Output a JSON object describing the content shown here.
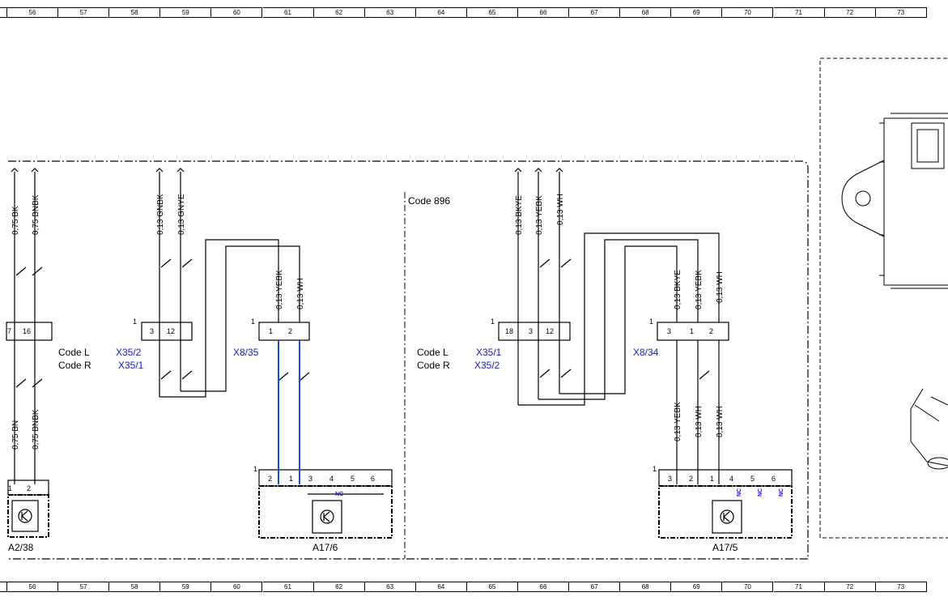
{
  "ruler": [
    "56",
    "57",
    "58",
    "59",
    "60",
    "61",
    "62",
    "63",
    "64",
    "65",
    "66",
    "67",
    "68",
    "69",
    "70",
    "71",
    "72",
    "73"
  ],
  "code_block": {
    "title": "Code 896"
  },
  "left": {
    "code_l": "Code L",
    "code_r": "Code R",
    "x35_l": "X35/2",
    "x35_r": "X35/1",
    "x8": "X8/35",
    "component": "A17/6",
    "nc": "NC"
  },
  "right": {
    "code_l": "Code L",
    "code_r": "Code R",
    "x35_l": "X35/1",
    "x35_r": "X35/2",
    "x8": "X8/34",
    "component": "A17/5",
    "nc": "NC"
  },
  "edge_component": "A2/38",
  "wires": {
    "bk": "0,75 BK",
    "bnbk": "0,75 BNBK",
    "bn": "0,75 BN",
    "bnbk2": "0,75 BNBK",
    "gnbk": "0,13 GNBK",
    "gnye": "0,13 GNYE",
    "yebk_l": "0,13 YEBK",
    "wh_l": "0,13 WH",
    "bkye": "0,13 BKYE",
    "yebk_r": "0,13 YEBK",
    "wh_r": "0,13 WH",
    "bkye2": "0,13 BKYE",
    "yebk_r2": "0,13 YEBK",
    "wh_r2": "0,13 WH",
    "yebk_r3": "0,13 YEBK",
    "wh_r3": "0,13 WH",
    "wh_r4": "0,13 WH"
  },
  "pins": {
    "p1": "1",
    "p2": "2",
    "p3": "3",
    "p4": "4",
    "p5": "5",
    "p6": "6",
    "p12": "12",
    "p16": "16",
    "p18": "18",
    "p7": "7"
  },
  "colors": {
    "blue_label": "#1a1acc",
    "wire_blue": "#1a4fd8"
  }
}
